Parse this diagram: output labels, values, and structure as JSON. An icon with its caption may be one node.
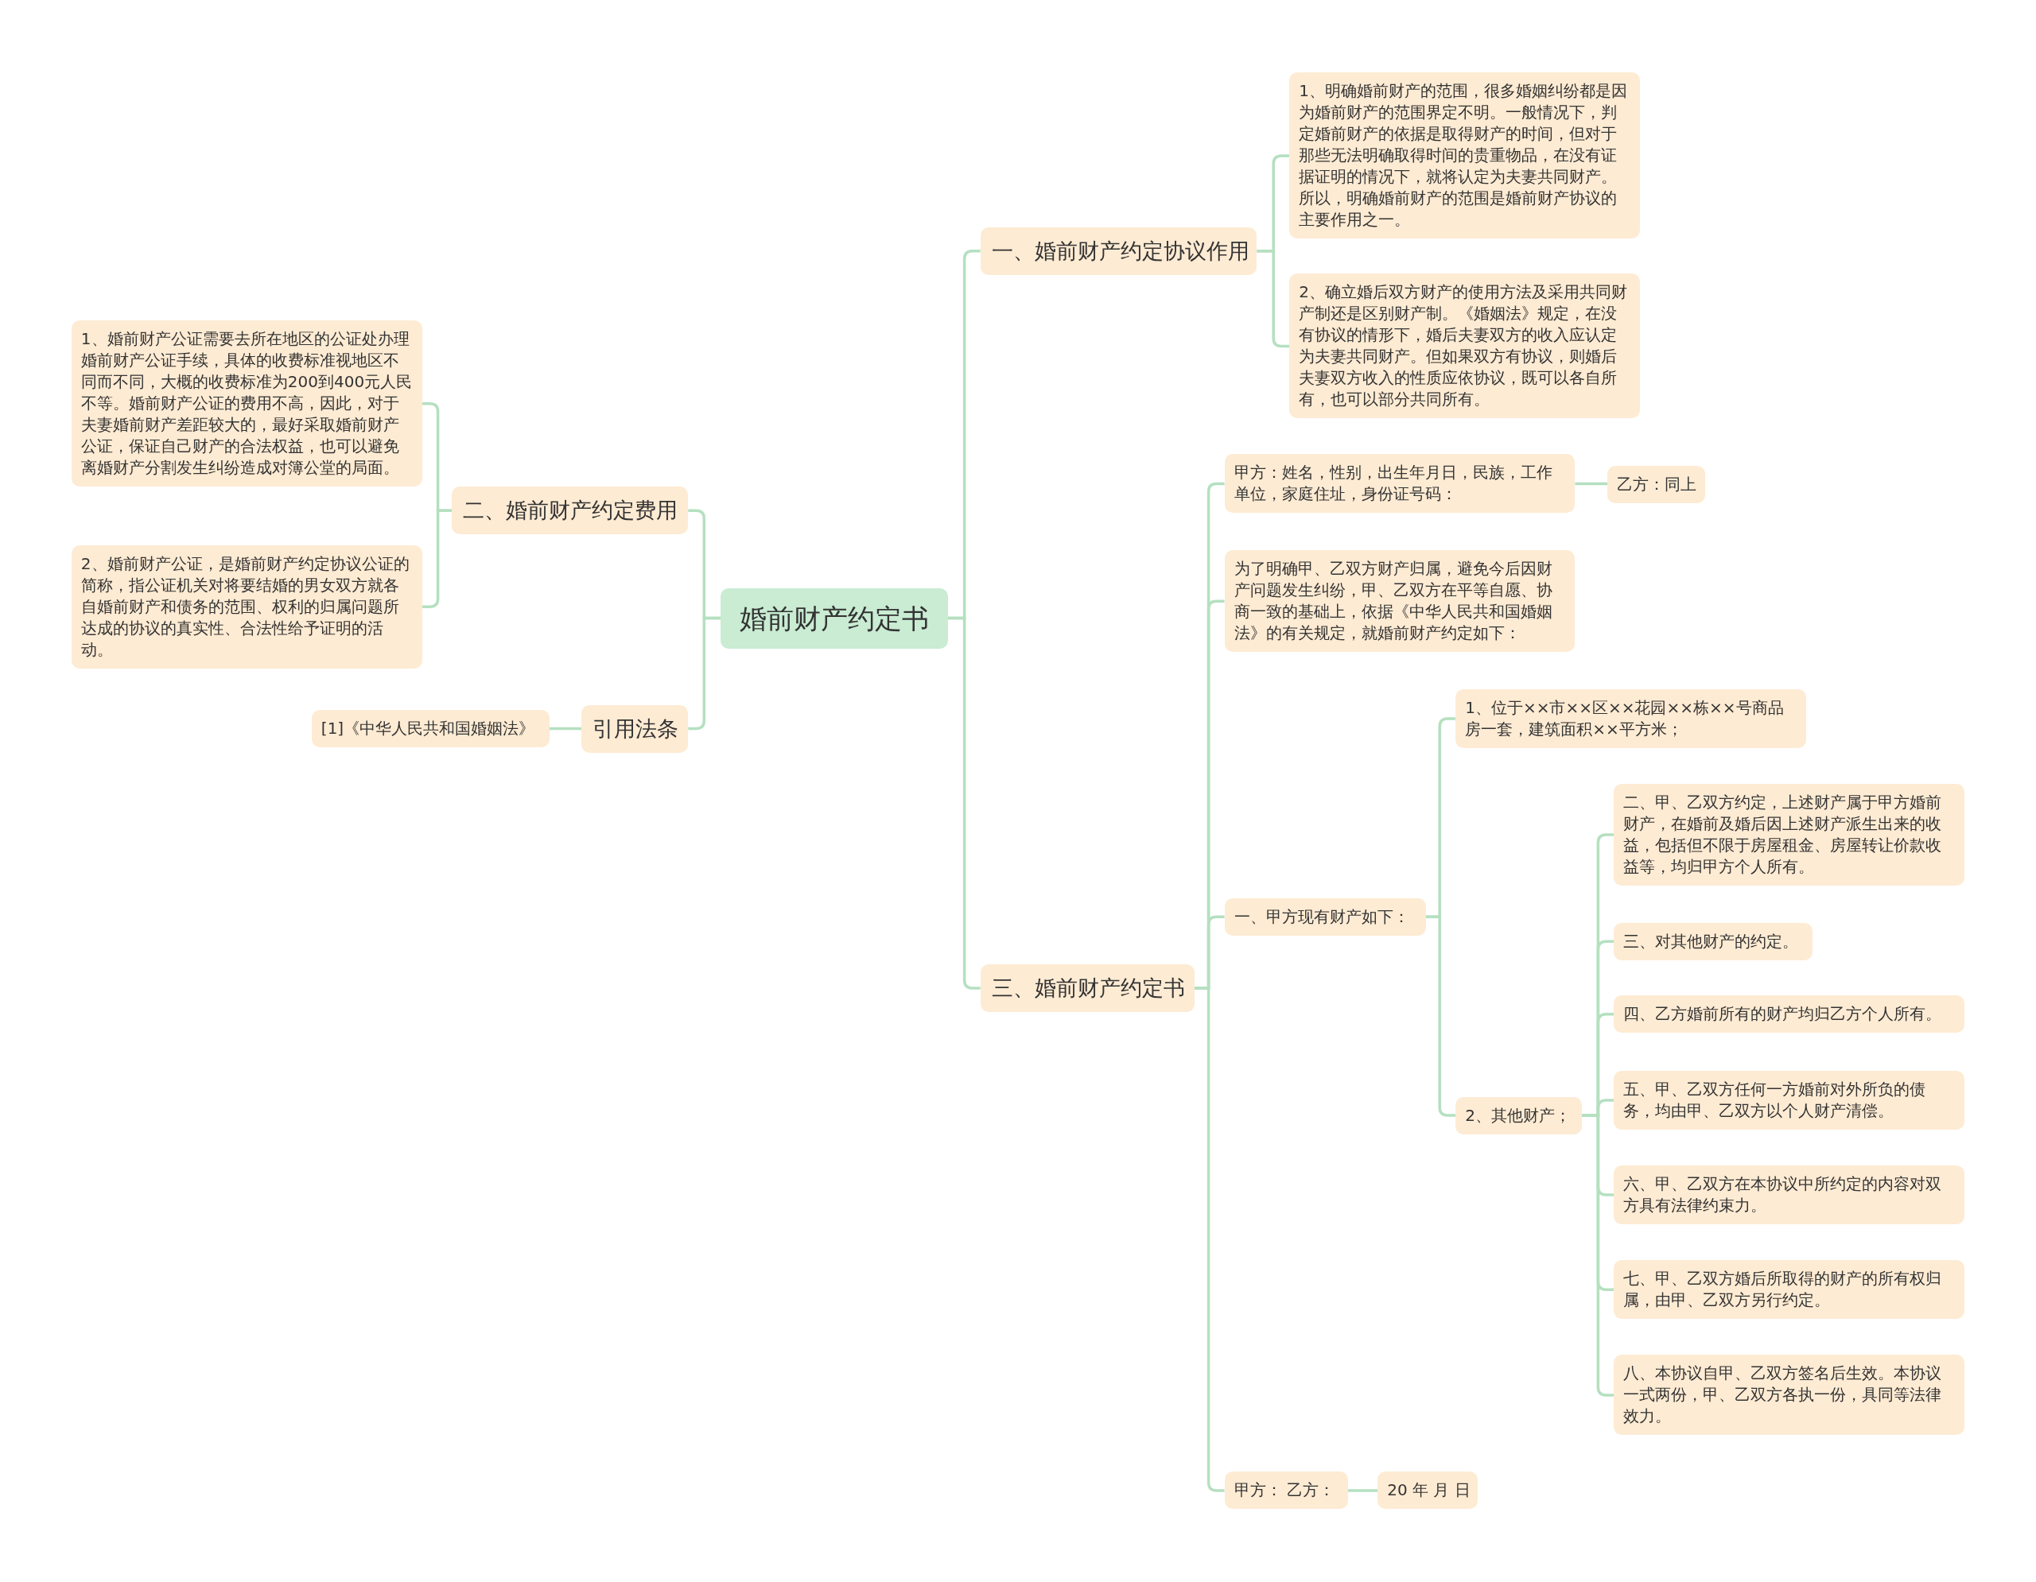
{
  "diagram": {
    "nodes": [
      {
        "text": [
          "婚前财产约定书"
        ]
      },
      {
        "text": [
          "一、婚前财产约定协议作用"
        ]
      },
      {
        "text": [
          "1、明确婚前财产的范围，很多婚姻纠纷都是因为婚前财产的范围界定不明。一般情况下，判定婚前财产的依据是取得财产的时间，但对于那些无法明确取得时间的贵重物品，在没有证据证明的情况下，就将认定为夫妻共同财产。所以，明确婚前财产的范围是婚前财产协议的主要作用之一。"
        ]
      },
      {
        "text": [
          "2、确立婚后双方财产的使用方法及采用共同财产制还是区别财产制。《婚姻法》规定，在没有协议的情形下，婚后夫妻双方的收入应认定为夫妻共同财产。但如果双方有协议，则婚后夫妻双方收入的性质应依协议，既可以各自所有，也可以部分共同所有。"
        ]
      },
      {
        "text": [
          "二、婚前财产约定费用"
        ]
      },
      {
        "text": [
          "1、婚前财产公证需要去所在地区的公证处办理婚前财产公证手续，具体的收费标准视地区不同而不同，大概的收费标准为200到400元人民不等。婚前财产公证的费用不高，因此，对于夫妻婚前财产差距较大的，最好采取婚前财产公证，保证自己财产的合法权益，也可以避免离婚财产分割发生纠纷造成对簿公堂的局面。"
        ]
      },
      {
        "text": [
          "2、婚前财产公证，是婚前财产约定协议公证的简称，指公证机关对将要结婚的男女双方就各自婚前财产和债务的范围、权利的归属问题所达成的协议的真实性、合法性给予证明的活动。"
        ]
      },
      {
        "text": [
          "引用法条"
        ]
      },
      {
        "text": [
          "[1]《中华人民共和国婚姻法》"
        ]
      },
      {
        "text": [
          "三、婚前财产约定书"
        ]
      },
      {
        "text": [
          "甲方：姓名，性别，出生年月日，民族，工作单位，家庭住址，身份证号码："
        ]
      },
      {
        "text": [
          "乙方：同上"
        ]
      },
      {
        "text": [
          "为了明确甲、乙双方财产归属，避免今后因财产问题发生纠纷，甲、乙双方在平等自愿、协商一致的基础上，依据《中华人民共和国婚姻法》的有关规定，就婚前财产约定如下："
        ]
      },
      {
        "text": [
          "一、甲方现有财产如下："
        ]
      },
      {
        "text": [
          "1、位于××市××区××花园××栋××号商品房一套，建筑面积××平方米；"
        ]
      },
      {
        "text": [
          "2、其他财产；"
        ]
      },
      {
        "text": [
          "二、甲、乙双方约定，上述财产属于甲方婚前财产，在婚前及婚后因上述财产派生出来的收益，包括但不限于房屋租金、房屋转让价款收益等，均归甲方个人所有。"
        ]
      },
      {
        "text": [
          "三、对其他财产的约定。"
        ]
      },
      {
        "text": [
          "四、乙方婚前所有的财产均归乙方个人所有。"
        ]
      },
      {
        "text": [
          "五、甲、乙双方任何一方婚前对外所负的债务，均由甲、乙双方以个人财产清偿。"
        ]
      },
      {
        "text": [
          "六、甲、乙双方在本协议中所约定的内容对双方具有法律约束力。"
        ]
      },
      {
        "text": [
          "七、甲、乙双方婚后所取得的财产的所有权归属，由甲、乙双方另行约定。"
        ]
      },
      {
        "text": [
          "八、本协议自甲、乙双方签名后生效。本协议一式两份，甲、乙双方各执一份，具同等法律效力。"
        ]
      },
      {
        "text": [
          "甲方：  乙方："
        ]
      },
      {
        "text": [
          "20 年 月 日"
        ]
      }
    ],
    "edges": [
      {
        "from": 0,
        "to": 1,
        "arrow": "none"
      },
      {
        "from": 1,
        "to": 2,
        "arrow": "none"
      },
      {
        "from": 1,
        "to": 3,
        "arrow": "none"
      },
      {
        "from": 0,
        "to": 4,
        "arrow": "none"
      },
      {
        "from": 4,
        "to": 5,
        "arrow": "none"
      },
      {
        "from": 4,
        "to": 6,
        "arrow": "none"
      },
      {
        "from": 0,
        "to": 7,
        "arrow": "none"
      },
      {
        "from": 7,
        "to": 8,
        "arrow": "none"
      },
      {
        "from": 0,
        "to": 9,
        "arrow": "none"
      },
      {
        "from": 9,
        "to": 10,
        "arrow": "none"
      },
      {
        "from": 10,
        "to": 11,
        "arrow": "none"
      },
      {
        "from": 9,
        "to": 12,
        "arrow": "none"
      },
      {
        "from": 9,
        "to": 13,
        "arrow": "none"
      },
      {
        "from": 13,
        "to": 14,
        "arrow": "none"
      },
      {
        "from": 13,
        "to": 15,
        "arrow": "none"
      },
      {
        "from": 15,
        "to": 16,
        "arrow": "none"
      },
      {
        "from": 15,
        "to": 17,
        "arrow": "none"
      },
      {
        "from": 15,
        "to": 18,
        "arrow": "none"
      },
      {
        "from": 15,
        "to": 19,
        "arrow": "none"
      },
      {
        "from": 15,
        "to": 20,
        "arrow": "none"
      },
      {
        "from": 15,
        "to": 21,
        "arrow": "none"
      },
      {
        "from": 15,
        "to": 22,
        "arrow": "none"
      },
      {
        "from": 9,
        "to": 23,
        "arrow": "none"
      },
      {
        "from": 23,
        "to": 24,
        "arrow": "none"
      }
    ]
  }
}
